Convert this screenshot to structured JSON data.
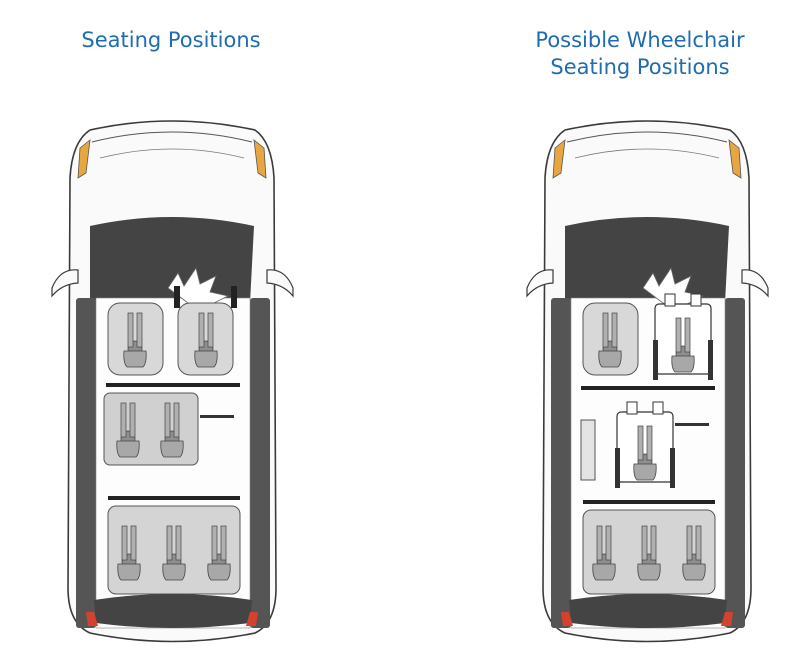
{
  "titles": {
    "left": "Seating Positions",
    "right_line1": "Possible Wheelchair",
    "right_line2": "Seating Positions"
  },
  "vehicles": [
    {
      "name": "standard-layout",
      "rows": [
        "2 seats",
        "bench with 2 passengers",
        "3 seats"
      ]
    },
    {
      "name": "wheelchair-layout",
      "rows": [
        "1 seat + wheelchair",
        "wheelchair",
        "3 seats"
      ]
    }
  ],
  "colors": {
    "title": "#1f6cb0",
    "body_outline": "#3a3a3a",
    "roof_dark": "#444444",
    "seat_gray": "#9a9a9a",
    "floor_stripe": "#222222",
    "tail_light": "#d2422f",
    "head_light": "#e8a640"
  }
}
